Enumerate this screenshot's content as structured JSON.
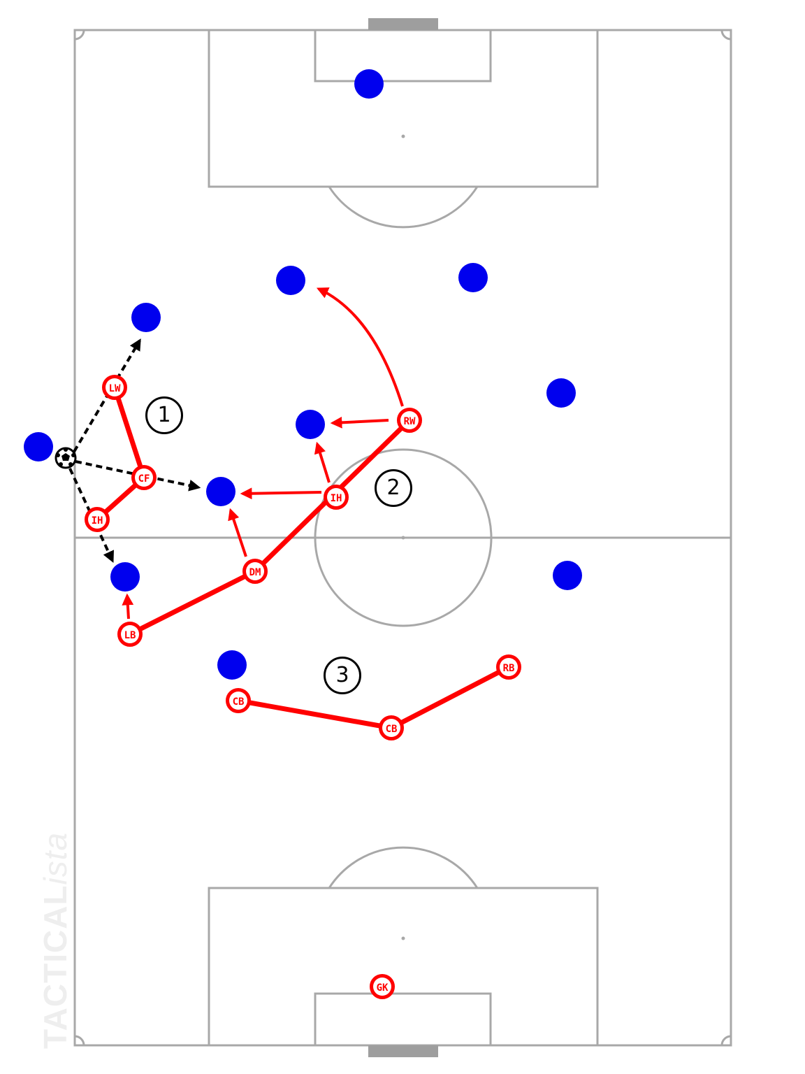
{
  "colors": {
    "pitch_line": "#a8a8a8",
    "goal": "#9e9e9e",
    "opponent": "#0000ee",
    "team": "#ff0000",
    "pass": "#000000"
  },
  "watermark": {
    "brand_bold": "TACTICAL",
    "brand_italic": "ista"
  },
  "zones": [
    {
      "label": "1"
    },
    {
      "label": "2"
    },
    {
      "label": "3"
    }
  ],
  "team_players": [
    {
      "id": "lw",
      "label": "LW"
    },
    {
      "id": "cf",
      "label": "CF"
    },
    {
      "id": "ih-left",
      "label": "IH"
    },
    {
      "id": "rw",
      "label": "RW"
    },
    {
      "id": "ih-right",
      "label": "IH"
    },
    {
      "id": "dm",
      "label": "DM"
    },
    {
      "id": "lb",
      "label": "LB"
    },
    {
      "id": "cb-left",
      "label": "CB"
    },
    {
      "id": "cb-right",
      "label": "CB"
    },
    {
      "id": "rb",
      "label": "RB"
    },
    {
      "id": "gk",
      "label": "GK"
    }
  ],
  "ball_icon": "soccer-ball-icon"
}
